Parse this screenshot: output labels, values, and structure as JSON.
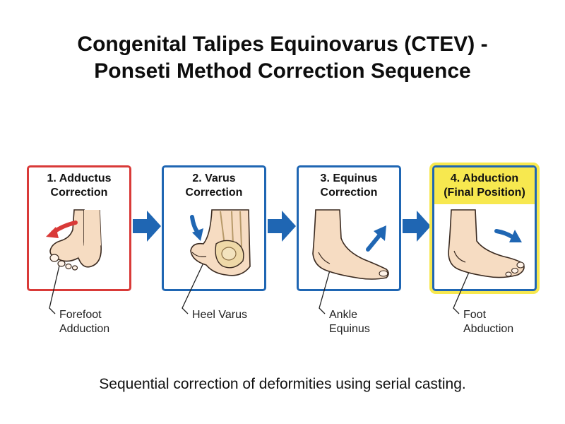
{
  "title": {
    "line1": "Congenital Talipes Equinovarus (CTEV) -",
    "line2": "Ponseti Method Correction Sequence"
  },
  "steps": [
    {
      "label_line1": "1. Adductus",
      "label_line2": "Correction",
      "callout_line1": "Forefoot",
      "callout_line2": "Adduction",
      "border_color": "#d93a38",
      "icon": "curved-left-arrow-icon"
    },
    {
      "label_line1": "2. Varus",
      "label_line2": "Correction",
      "callout_line1": "Heel Varus",
      "callout_line2": "",
      "border_color": "#1f66b3",
      "icon": "curved-down-arrow-icon"
    },
    {
      "label_line1": "3. Equinus",
      "label_line2": "Correction",
      "callout_line1": "Ankle",
      "callout_line2": "Equinus",
      "border_color": "#1f66b3",
      "icon": "up-right-arrow-icon"
    },
    {
      "label_line1": "4. Abduction",
      "label_line2": "(Final Position)",
      "callout_line1": "Foot",
      "callout_line2": "Abduction",
      "border_color": "#1f66b3",
      "highlight_color": "#f7e84f",
      "icon": "right-arrow-icon"
    }
  ],
  "colors": {
    "flow_arrow": "#1f66b3",
    "skin": "#f6dcc2",
    "bone": "#efd9a8",
    "red_arrow": "#d93a38"
  },
  "caption": "Sequential correction of deformities using serial casting."
}
